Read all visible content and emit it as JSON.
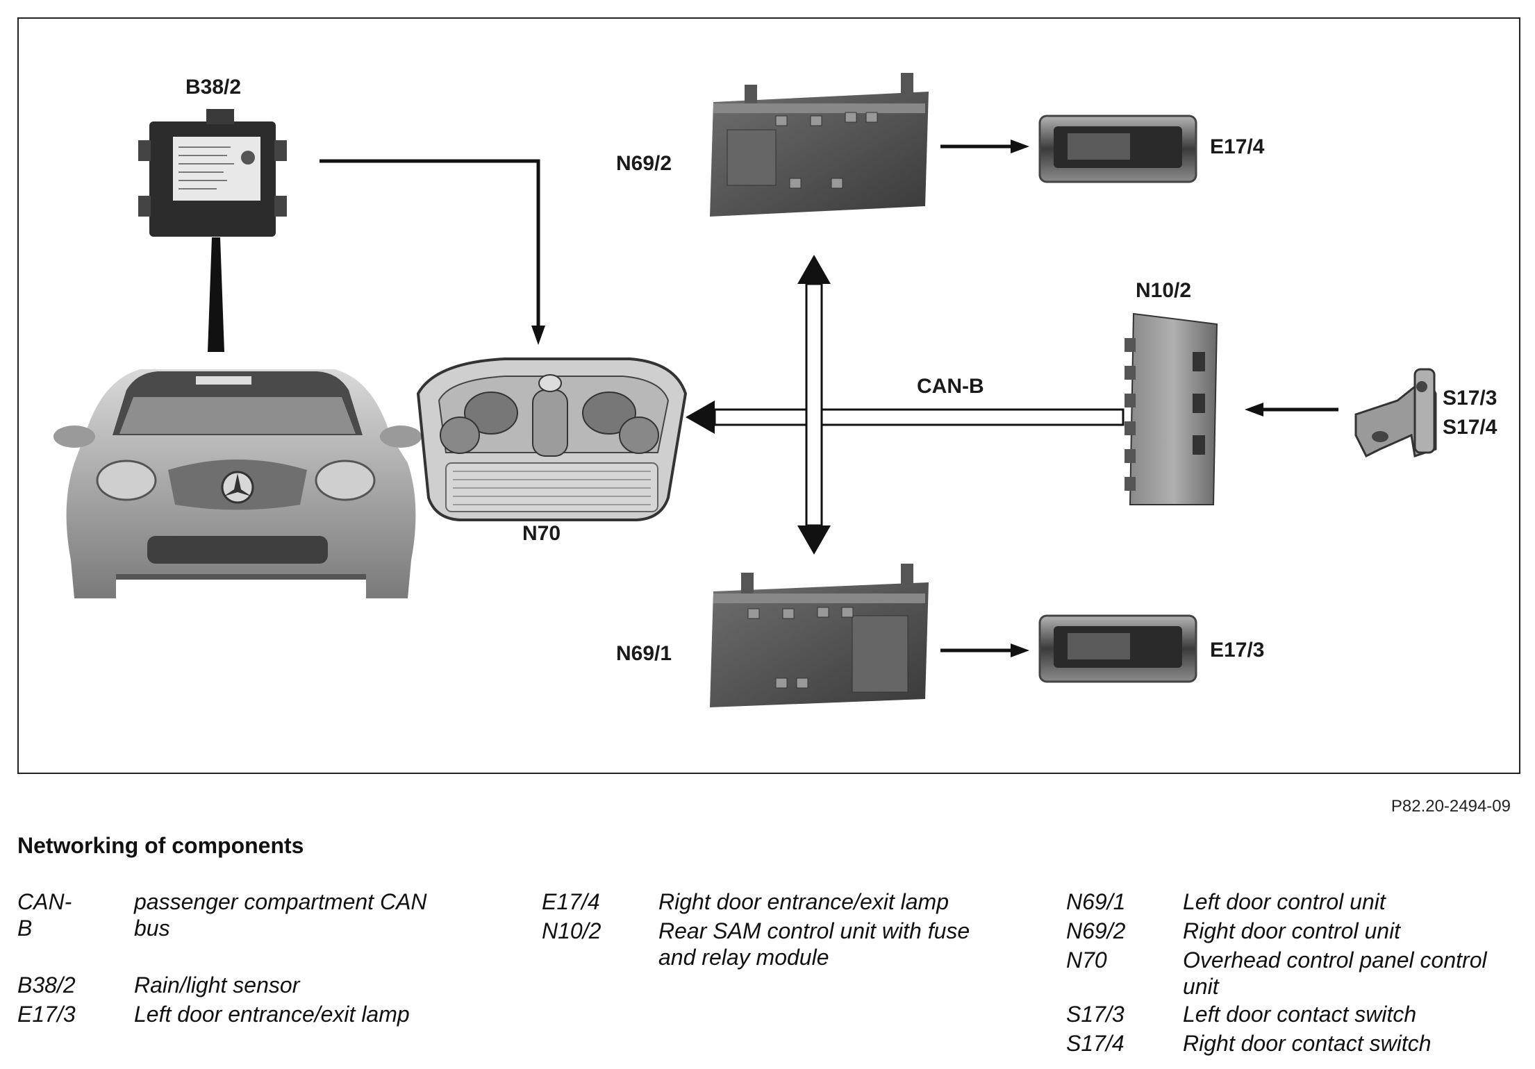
{
  "diagram": {
    "labels": {
      "b38_2": "B38/2",
      "n69_2": "N69/2",
      "e17_4": "E17/4",
      "n10_2": "N10/2",
      "can_b": "CAN-B",
      "s17_3": "S17/3",
      "s17_4": "S17/4",
      "n70": "N70",
      "n69_1": "N69/1",
      "e17_3": "E17/3"
    },
    "figure_ref": "P82.20-2494-09"
  },
  "legend": {
    "title": "Networking of components",
    "col1": [
      {
        "code": "CAN-B",
        "desc1": "passenger compartment CAN",
        "desc2": "bus"
      },
      {
        "code": "B38/2",
        "desc1": "Rain/light sensor"
      },
      {
        "code": "E17/3",
        "desc1": "Left door entrance/exit lamp"
      }
    ],
    "col2": [
      {
        "code": "E17/4",
        "desc1": "Right door entrance/exit lamp"
      },
      {
        "code": "N10/2",
        "desc1": "Rear SAM control unit with fuse",
        "desc2": "and relay module"
      }
    ],
    "col3": [
      {
        "code": "N69/1",
        "desc1": "Left door control unit"
      },
      {
        "code": "N69/2",
        "desc1": "Right door control unit"
      },
      {
        "code": "N70",
        "desc1": "Overhead control panel control",
        "desc2": "unit"
      },
      {
        "code": "S17/3",
        "desc1": "Left door contact switch"
      },
      {
        "code": "S17/4",
        "desc1": "Right door contact switch"
      }
    ]
  }
}
